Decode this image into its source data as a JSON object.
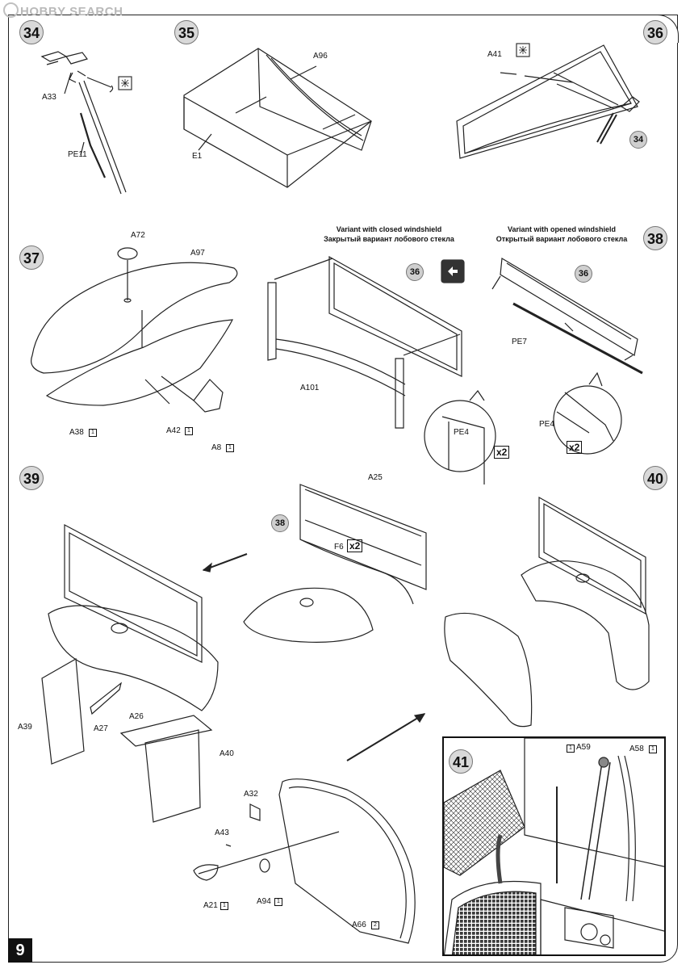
{
  "watermark": "HOBBY SEARCH",
  "page_number": "9",
  "steps": {
    "s34": "34",
    "s35": "35",
    "s36": "36",
    "s37": "37",
    "s38": "38",
    "s39": "39",
    "s40": "40",
    "s41": "41"
  },
  "sub_refs": {
    "r34": "34",
    "r36a": "36",
    "r36b": "36",
    "r38": "38"
  },
  "labels": {
    "A33": "A33",
    "PE11": "PE11",
    "A96": "A96",
    "E1": "E1",
    "A41": "A41",
    "A72": "A72",
    "A97": "A97",
    "A38": "A38",
    "A42": "A42",
    "A8": "A8",
    "A101": "A101",
    "PE7": "PE7",
    "PE4a": "PE4",
    "PE4b": "PE4",
    "A25": "A25",
    "F6": "F6",
    "A39": "A39",
    "A27": "A27",
    "A26": "A26",
    "A40": "A40",
    "A32": "A32",
    "A43": "A43",
    "A21": "A21",
    "A94": "A94",
    "A66": "A66",
    "A59": "A59",
    "A58": "A58"
  },
  "quantities": {
    "q1": "1",
    "q2": "2",
    "x2": "x2"
  },
  "variants": {
    "closed_en": "Variant with closed windshield",
    "closed_ru": "Закрытый вариант лобового стекла",
    "opened_en": "Variant with opened windshield",
    "opened_ru": "Открытый вариант лобового стекла"
  },
  "icons": [
    "glue-icon",
    "cut-icon",
    "turn-over-icon"
  ]
}
